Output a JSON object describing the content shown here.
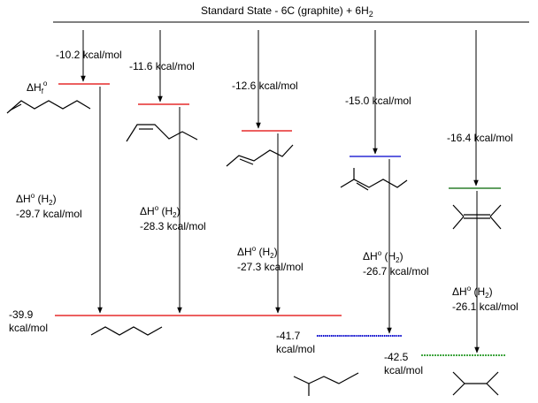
{
  "header": {
    "title_main": "Standard State - 6C (graphite) + 6H",
    "title_sub": "2"
  },
  "labels": {
    "dHf_symbol": "ΔH",
    "dHf_sub": "f",
    "dHf_sup": "o",
    "dHh_prefix": "ΔH",
    "dHh_sup": "o",
    "dHh_open": " (H",
    "dHh_sub": "2",
    "dHh_close": ")",
    "kcal": "kcal/mol"
  },
  "levels": {
    "hexene1": "-10.2 kcal/mol",
    "cis_hexene3": "-11.6 kcal/mol",
    "trans_hexene3": "-12.6 kcal/mol",
    "methylpentene": "-15.0 kcal/mol",
    "tetramethylethylene": "-16.4 kcal/mol"
  },
  "hydrogenation": {
    "hexene1": "-29.7 kcal/mol",
    "cis_hexene3": "-28.3 kcal/mol",
    "trans_hexene3": "-27.3 kcal/mol",
    "methylpentene": "-26.7 kcal/mol",
    "tetramethylethylene": "-26.1 kcal/mol"
  },
  "products": {
    "hexane": "-39.9",
    "methylpentane": "-41.7",
    "dimethylbutane": "-42.5"
  },
  "colors": {
    "level_red": "#e00000",
    "level_blue": "#0000cc",
    "level_green": "#006600",
    "line_black": "#000000"
  }
}
